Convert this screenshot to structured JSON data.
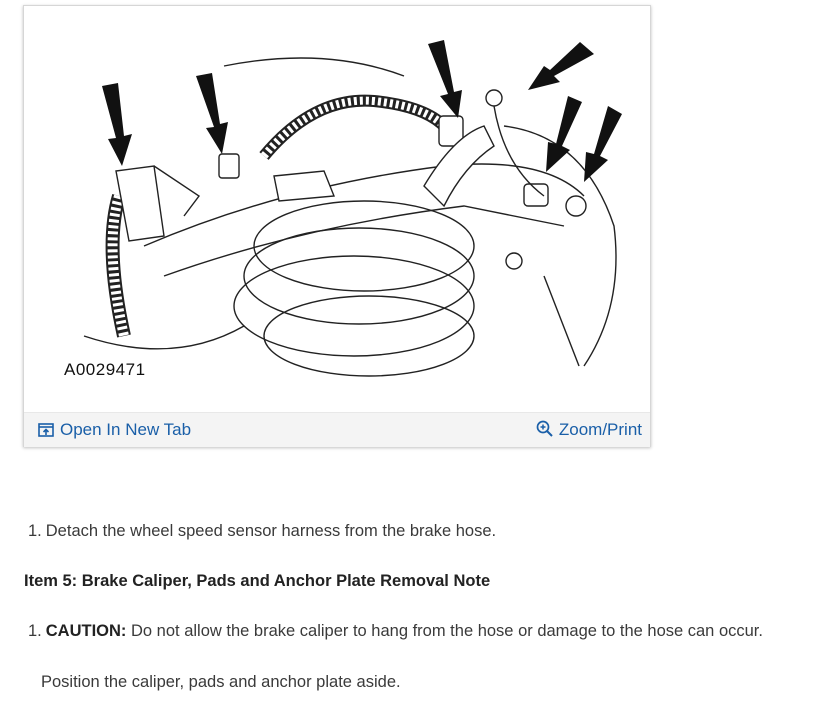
{
  "figure": {
    "id_label": "A0029471",
    "open_tab_label": "Open In New Tab",
    "zoom_print_label": "Zoom/Print",
    "link_color": "#1a5fa8",
    "bar_background": "#f4f4f4"
  },
  "steps": {
    "step1_number": "1.",
    "step1_text": "Detach the wheel speed sensor harness from the brake hose.",
    "item5_heading": "Item 5: Brake Caliper, Pads and Anchor Plate Removal Note",
    "step2_number": "1.",
    "caution_label": "CAUTION:",
    "caution_text": " Do not allow the brake caliper to hang from the hose or damage to the hose can occur.",
    "position_text": "Position the caliper, pads and anchor plate aside."
  },
  "icons": {
    "open_tab": "open-new-tab-icon",
    "zoom": "magnifier-plus-icon"
  }
}
